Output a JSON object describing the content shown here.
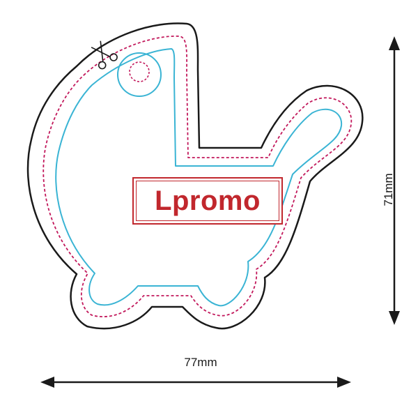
{
  "logo": {
    "text": "Lpromo",
    "color": "#c1272d"
  },
  "dimensions": {
    "width_label": "77mm",
    "height_label": "71mm"
  },
  "outlines": {
    "cut_line_color": "#1a1a1a",
    "safe_line_color": "#c2185b",
    "print_line_color": "#3ab4d4"
  },
  "icons": {
    "cut_marker": "scissors-icon"
  }
}
